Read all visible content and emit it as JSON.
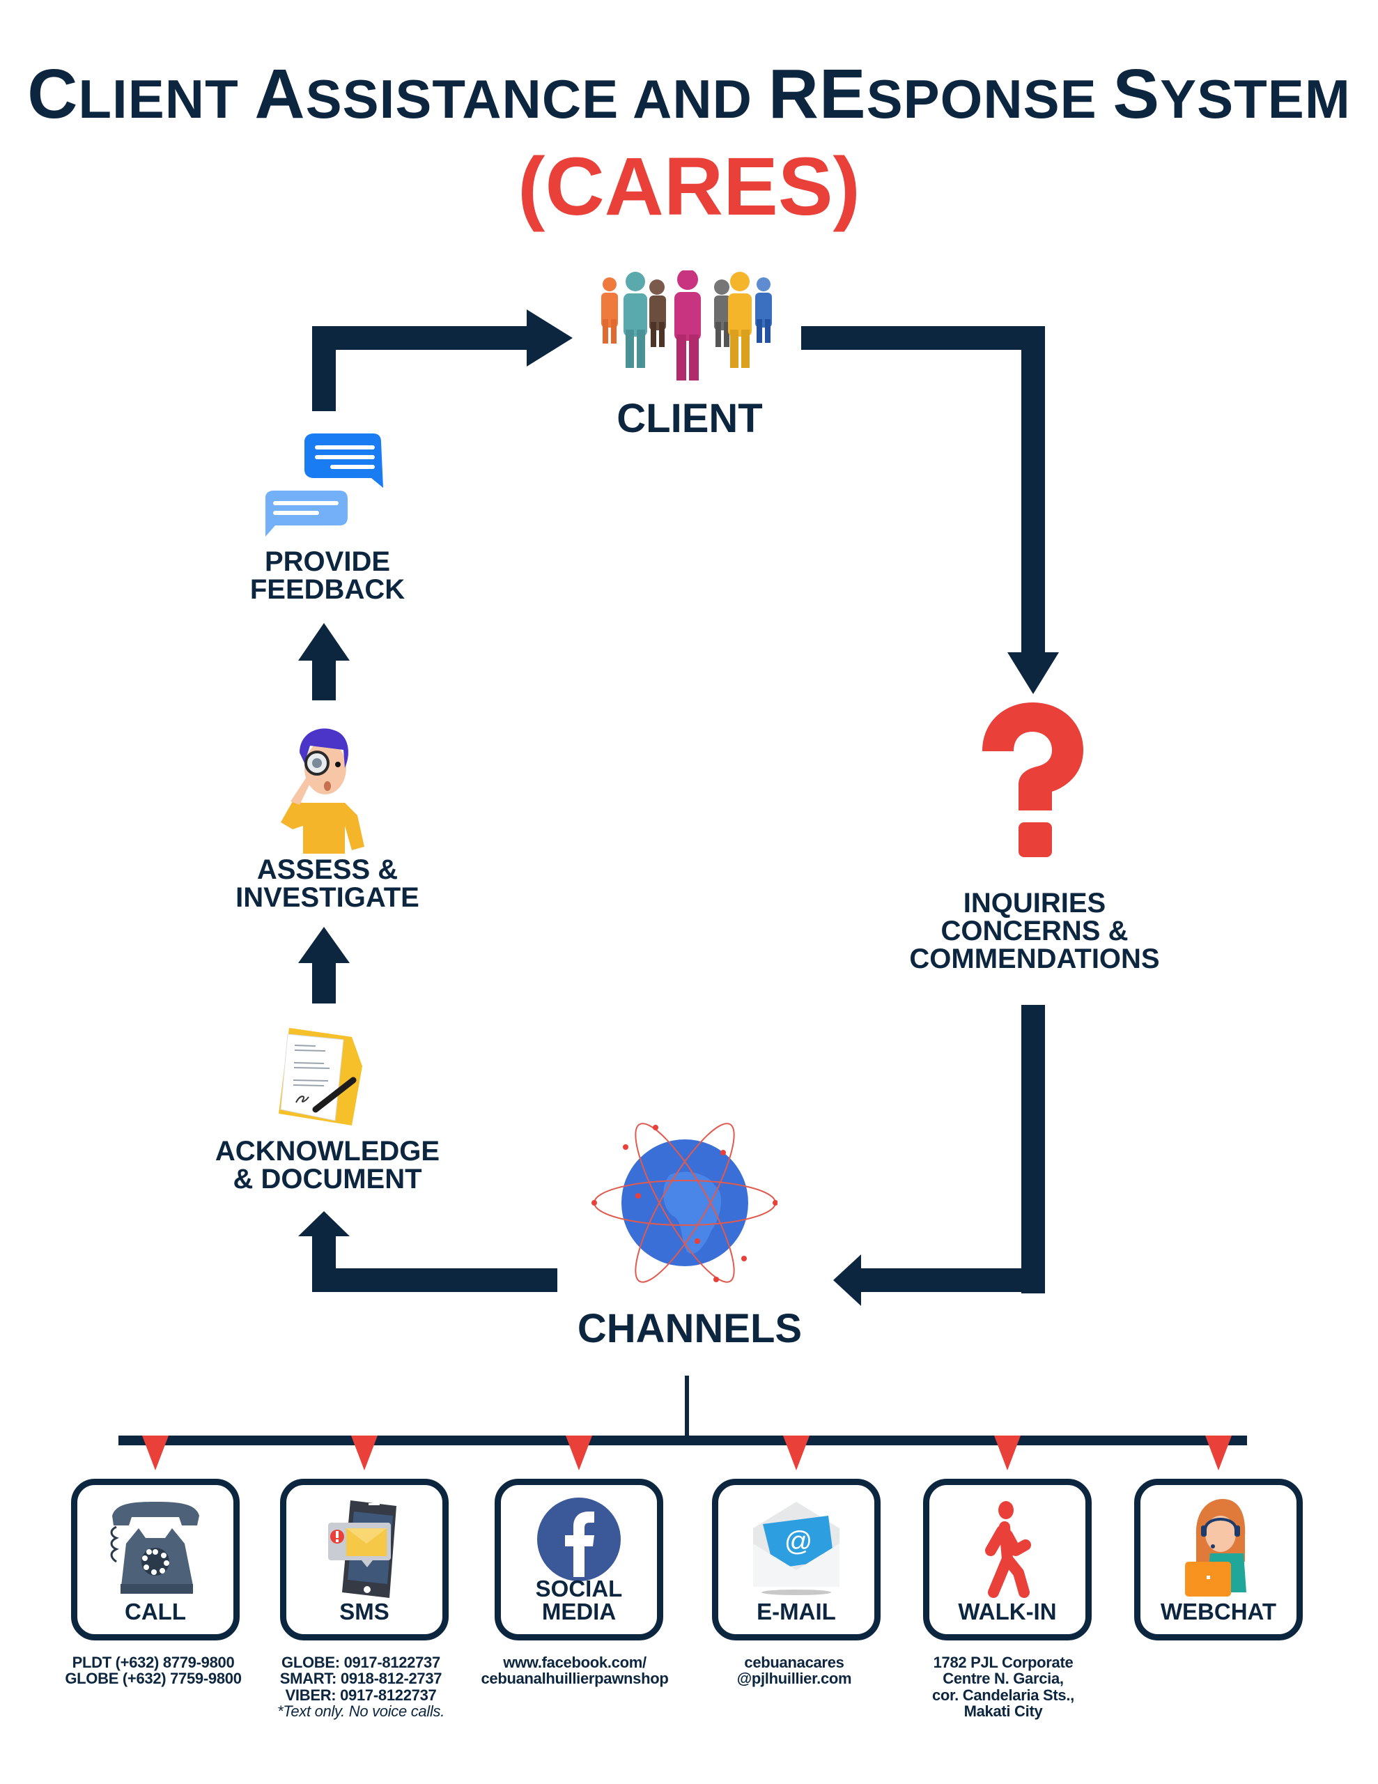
{
  "title": {
    "parts": [
      {
        "big": "C",
        "small": "LIENT "
      },
      {
        "big": "A",
        "small": "SSISTANCE AND "
      },
      {
        "big": "RE",
        "small": "SPONSE "
      },
      {
        "big": "S",
        "small": "YSTEM"
      }
    ],
    "acronym": "(CARES)"
  },
  "colors": {
    "navy": "#0d2640",
    "red": "#e9403a",
    "white": "#ffffff"
  },
  "cycle": {
    "client": {
      "label": "CLIENT",
      "icon": "people-group-icon"
    },
    "inquiries": {
      "lines": [
        "INQUIRIES",
        "CONCERNS &",
        "COMMENDATIONS"
      ],
      "icon": "question-mark-icon"
    },
    "channels": {
      "label": "CHANNELS",
      "icon": "globe-network-icon"
    },
    "acknowledge": {
      "lines": [
        "ACKNOWLEDGE",
        "& DOCUMENT"
      ],
      "icon": "document-folder-icon"
    },
    "assess": {
      "lines": [
        "ASSESS &",
        "INVESTIGATE"
      ],
      "icon": "magnifier-person-icon"
    },
    "feedback": {
      "lines": [
        "PROVIDE",
        "FEEDBACK"
      ],
      "icon": "chat-bubbles-icon"
    }
  },
  "channels": [
    {
      "label": [
        "CALL"
      ],
      "icon": "telephone-icon",
      "info": [
        "PLDT (+632) 8779-9800",
        "GLOBE (+632) 7759-9800"
      ],
      "note": ""
    },
    {
      "label": [
        "SMS"
      ],
      "icon": "smartphone-message-icon",
      "info": [
        "GLOBE: 0917-8122737",
        "SMART: 0918-812-2737",
        "VIBER: 0917-8122737"
      ],
      "note": "*Text only. No voice calls."
    },
    {
      "label": [
        "SOCIAL",
        "MEDIA"
      ],
      "icon": "facebook-icon",
      "info": [
        "www.facebook.com/",
        "cebuanalhuillierpawnshop"
      ],
      "note": ""
    },
    {
      "label": [
        "E-MAIL"
      ],
      "icon": "email-envelope-icon",
      "info": [
        "cebuanacares",
        "@pjlhuillier.com"
      ],
      "note": ""
    },
    {
      "label": [
        "WALK-IN"
      ],
      "icon": "walking-person-icon",
      "info": [
        "1782 PJL Corporate",
        "Centre N. Garcia,",
        "cor. Candelaria Sts.,",
        "Makati City"
      ],
      "note": ""
    },
    {
      "label": [
        "WEBCHAT"
      ],
      "icon": "support-agent-icon",
      "info": [],
      "note": ""
    }
  ]
}
